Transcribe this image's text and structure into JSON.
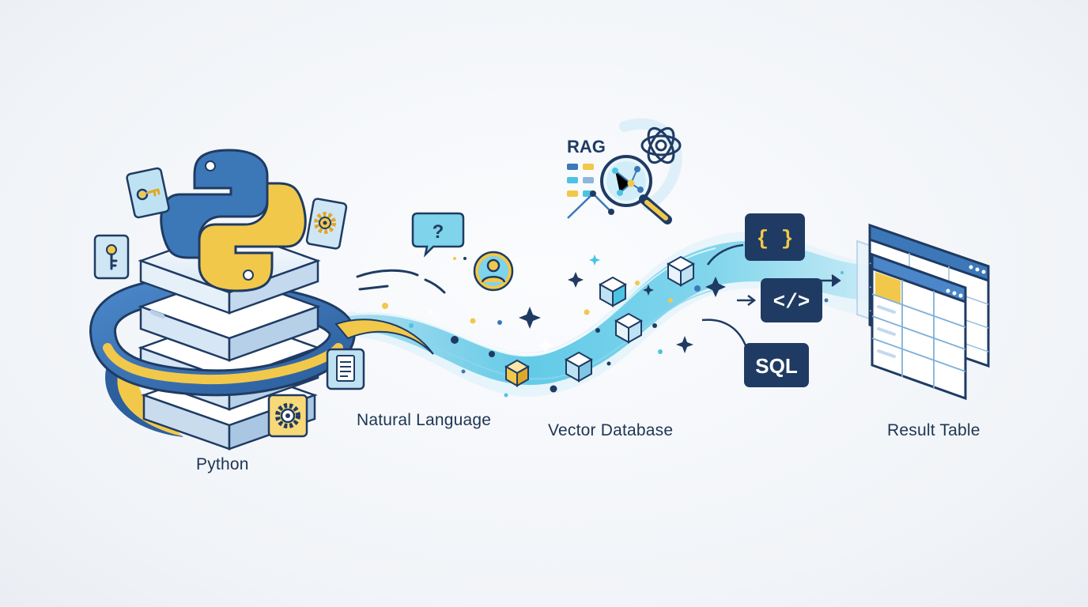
{
  "labels": {
    "python": "Python",
    "natural_language": "Natural Language",
    "vector_database": "Vector Database",
    "result_table": "Result Table",
    "rag": "RAG"
  },
  "code_badges": {
    "json": "{ }",
    "html": "</>",
    "sql": "SQL"
  },
  "icons": {
    "question": "?"
  },
  "colors": {
    "navy": "#1f3b63",
    "blue": "#3c78b8",
    "yellow": "#f2c84b",
    "cyan": "#4cc3e3",
    "light_blue": "#cfe6f5"
  }
}
